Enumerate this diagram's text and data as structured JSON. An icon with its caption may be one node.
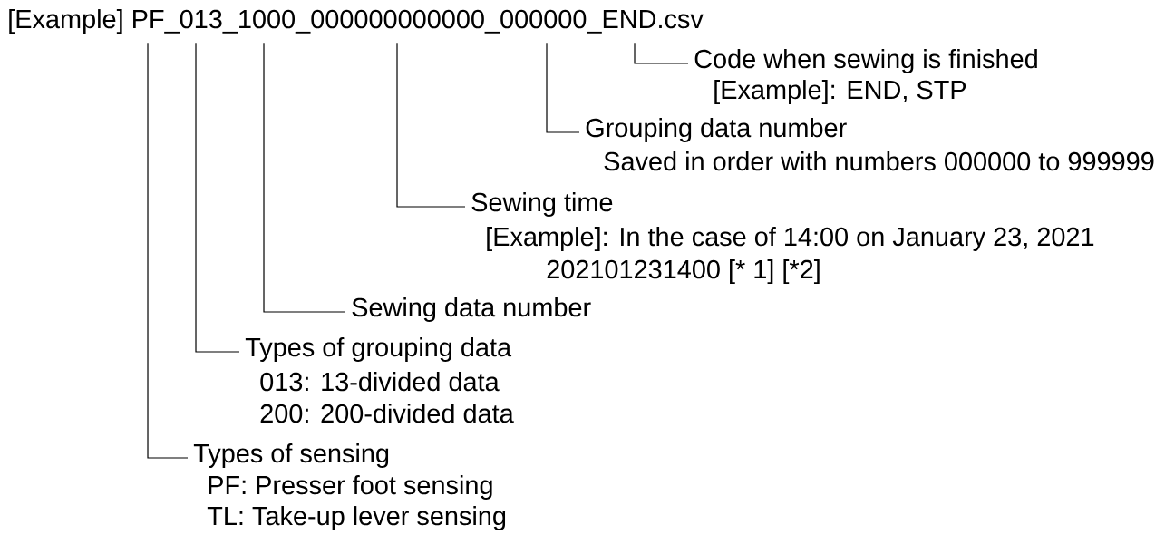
{
  "diagram": {
    "nodes": [
      {
        "text": [
          "[Example] PF_013_1000_000000000000_000000_END.csv"
        ]
      },
      {
        "text": [
          "Code when sewing is finished",
          "[Example]: END, STP"
        ]
      },
      {
        "text": [
          "Grouping data number",
          "Saved in order with numbers 000000 to 999999"
        ]
      },
      {
        "text": [
          "Sewing time",
          "[Example]: In the case of 14:00 on January 23, 2021",
          "202101231400 [* 1] [*2]"
        ]
      },
      {
        "text": [
          "Sewing data number"
        ]
      },
      {
        "text": [
          "Types of grouping data",
          "013: 13-divided data",
          "200: 200-divided data"
        ]
      },
      {
        "text": [
          "Types of sensing",
          "PF: Presser foot sensing",
          "TL: Take-up lever sensing"
        ]
      }
    ],
    "edges": [
      {
        "from": 1,
        "to": 0,
        "arrow": "none"
      },
      {
        "from": 2,
        "to": 0,
        "arrow": "none"
      },
      {
        "from": 3,
        "to": 0,
        "arrow": "none"
      },
      {
        "from": 4,
        "to": 0,
        "arrow": "none"
      },
      {
        "from": 5,
        "to": 0,
        "arrow": "none"
      },
      {
        "from": 6,
        "to": 0,
        "arrow": "none"
      }
    ]
  }
}
